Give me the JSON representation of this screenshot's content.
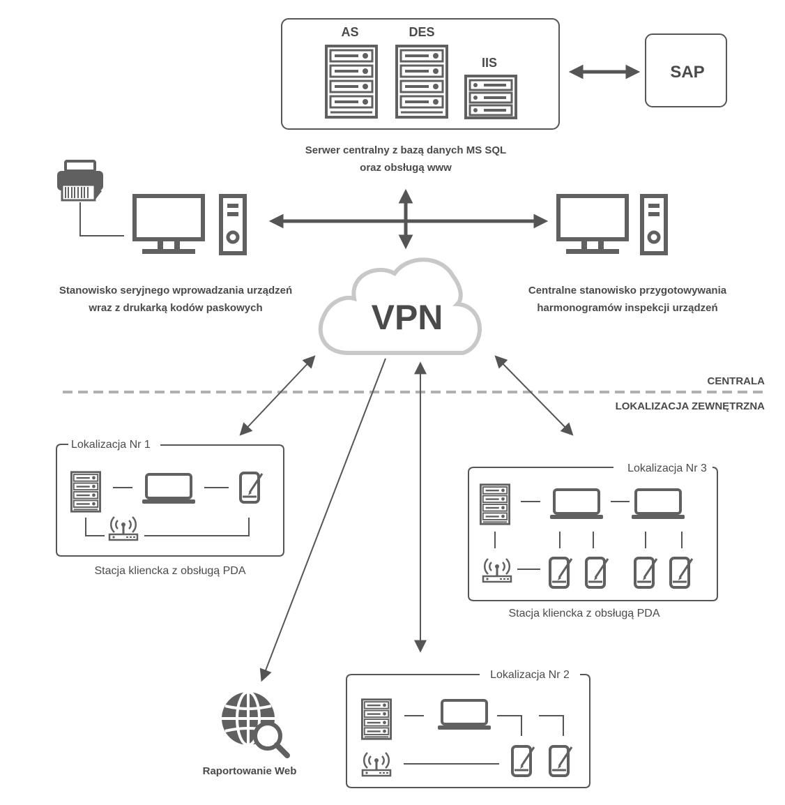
{
  "server": {
    "as_label": "AS",
    "des_label": "DES",
    "iis_label": "IIS",
    "caption_line1": "Serwer centralny z bazą danych MS SQL",
    "caption_line2": "oraz obsługą www"
  },
  "sap_label": "SAP",
  "vpn_label": "VPN",
  "left_station": {
    "line1": "Stanowisko seryjnego wprowadzania urządzeń",
    "line2": "wraz z drukarką kodów paskowych"
  },
  "right_station": {
    "line1": "Centralne stanowisko przygotowywania",
    "line2": "harmonogramów inspekcji urządzeń"
  },
  "zones": {
    "central": "CENTRALA",
    "external": "LOKALIZACJA ZEWNĘTRZNA"
  },
  "loc1": {
    "title": "Lokalizacja Nr 1",
    "caption": "Stacja kliencka z obsługą PDA"
  },
  "loc2": {
    "title": "Lokalizacja Nr 2"
  },
  "loc3": {
    "title": "Lokalizacja Nr 3",
    "caption": "Stacja kliencka z obsługą PDA"
  },
  "web_report_label": "Raportowanie Web",
  "colors": {
    "stroke": "#555555",
    "icon_fill": "#606060",
    "cloud": "#c8c8c8",
    "dash": "#b0b0b0"
  }
}
